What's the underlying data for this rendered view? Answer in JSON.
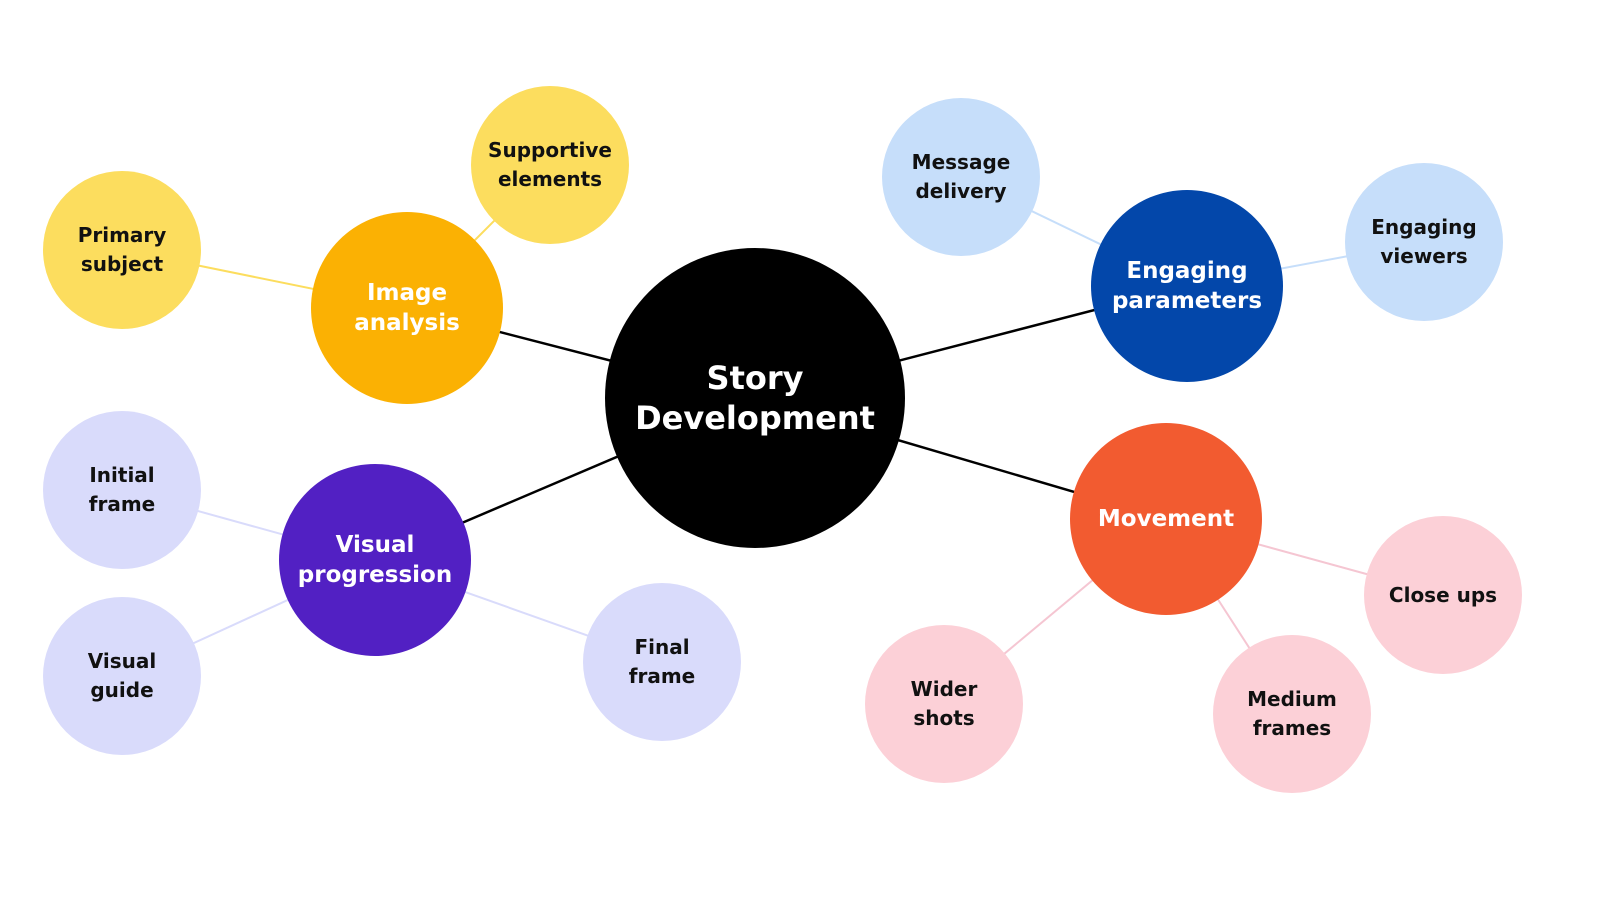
{
  "colors": {
    "root": "#000000",
    "image_hub": "#FBB103",
    "image_leaf": "#FCDD5E",
    "engage_hub": "#0347AA",
    "engage_leaf": "#C6DEFA",
    "visual_hub": "#5220C3",
    "visual_leaf": "#D9DBFB",
    "movement_hub": "#F25B30",
    "movement_leaf": "#FCD0D7"
  },
  "root": {
    "label": "Story\nDevelopment"
  },
  "image_analysis": {
    "label": "Image\nanalysis",
    "children": [
      "Primary\nsubject",
      "Supportive\nelements"
    ]
  },
  "engaging_parameters": {
    "label": "Engaging\nparameters",
    "children": [
      "Message\ndelivery",
      "Engaging\nviewers"
    ]
  },
  "visual_progression": {
    "label": "Visual\nprogression",
    "children": [
      "Initial\nframe",
      "Visual\nguide",
      "Final\nframe"
    ]
  },
  "movement": {
    "label": "Movement",
    "children": [
      "Close ups",
      "Medium\nframes",
      "Wider\nshots"
    ]
  }
}
